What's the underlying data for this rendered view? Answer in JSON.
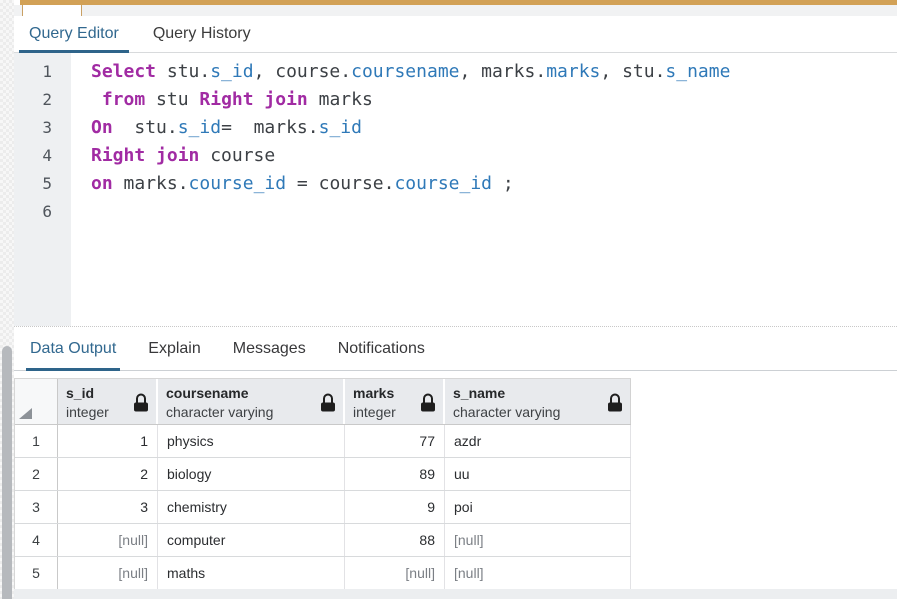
{
  "colors": {
    "accent_blue": "#2e648a",
    "tab_active_text": "#31688f",
    "orange_top_bar": "#d2a156",
    "keyword": "#a12ba3",
    "property_blue": "#2f79b8",
    "identifier": "#3c4045",
    "null_text": "#7b7f85",
    "header_bg": "#e8eaed",
    "gutter_bg": "#eef0f2"
  },
  "icons": {
    "lock": "padlock-glyph",
    "select_all_corner": "diagonal-triangle",
    "dock_tab_handle": "small-white-tab"
  },
  "editor_tabs": {
    "items": [
      {
        "label": "Query Editor",
        "active": true
      },
      {
        "label": "Query History",
        "active": false
      }
    ]
  },
  "sql_editor": {
    "lines": [
      {
        "num": "1",
        "tokens": [
          {
            "t": "kw",
            "v": "Select"
          },
          {
            "t": "pl",
            "v": " stu."
          },
          {
            "t": "prop",
            "v": "s_id"
          },
          {
            "t": "pl",
            "v": ", course."
          },
          {
            "t": "prop",
            "v": "coursename"
          },
          {
            "t": "pl",
            "v": ", marks."
          },
          {
            "t": "prop",
            "v": "marks"
          },
          {
            "t": "pl",
            "v": ", stu."
          },
          {
            "t": "prop",
            "v": "s_name"
          }
        ]
      },
      {
        "num": "2",
        "tokens": [
          {
            "t": "pl",
            "v": " "
          },
          {
            "t": "kw",
            "v": "from"
          },
          {
            "t": "pl",
            "v": " stu "
          },
          {
            "t": "kw",
            "v": "Right join"
          },
          {
            "t": "pl",
            "v": " marks"
          }
        ]
      },
      {
        "num": "3",
        "tokens": [
          {
            "t": "kw",
            "v": "On"
          },
          {
            "t": "pl",
            "v": "  stu."
          },
          {
            "t": "prop",
            "v": "s_id"
          },
          {
            "t": "pl",
            "v": "=  marks."
          },
          {
            "t": "prop",
            "v": "s_id"
          }
        ]
      },
      {
        "num": "4",
        "tokens": [
          {
            "t": "kw",
            "v": "Right join"
          },
          {
            "t": "pl",
            "v": " course"
          }
        ]
      },
      {
        "num": "5",
        "tokens": [
          {
            "t": "kw",
            "v": "on"
          },
          {
            "t": "pl",
            "v": " marks."
          },
          {
            "t": "prop",
            "v": "course_id"
          },
          {
            "t": "pl",
            "v": " = course."
          },
          {
            "t": "prop",
            "v": "course_id"
          },
          {
            "t": "pl",
            "v": " ;"
          }
        ]
      },
      {
        "num": "6",
        "tokens": []
      }
    ]
  },
  "output_tabs": {
    "items": [
      {
        "label": "Data Output",
        "active": true
      },
      {
        "label": "Explain",
        "active": false
      },
      {
        "label": "Messages",
        "active": false
      },
      {
        "label": "Notifications",
        "active": false
      }
    ]
  },
  "grid": {
    "columns": [
      {
        "name": "s_id",
        "type": "integer",
        "align": "right",
        "locked": true
      },
      {
        "name": "coursename",
        "type": "character varying",
        "align": "left",
        "locked": true
      },
      {
        "name": "marks",
        "type": "integer",
        "align": "right",
        "locked": true
      },
      {
        "name": "s_name",
        "type": "character varying",
        "align": "left",
        "locked": true
      }
    ],
    "rows": [
      {
        "num": "1",
        "cells": [
          {
            "v": "1"
          },
          {
            "v": "physics"
          },
          {
            "v": "77"
          },
          {
            "v": "azdr"
          }
        ]
      },
      {
        "num": "2",
        "cells": [
          {
            "v": "2"
          },
          {
            "v": "biology"
          },
          {
            "v": "89"
          },
          {
            "v": "uu"
          }
        ]
      },
      {
        "num": "3",
        "cells": [
          {
            "v": "3"
          },
          {
            "v": "chemistry"
          },
          {
            "v": "9"
          },
          {
            "v": "poi"
          }
        ]
      },
      {
        "num": "4",
        "cells": [
          {
            "v": "[null]",
            "isNull": true
          },
          {
            "v": "computer"
          },
          {
            "v": "88"
          },
          {
            "v": "[null]",
            "isNull": true
          }
        ]
      },
      {
        "num": "5",
        "cells": [
          {
            "v": "[null]",
            "isNull": true
          },
          {
            "v": "maths"
          },
          {
            "v": "[null]",
            "isNull": true
          },
          {
            "v": "[null]",
            "isNull": true
          }
        ]
      }
    ]
  }
}
